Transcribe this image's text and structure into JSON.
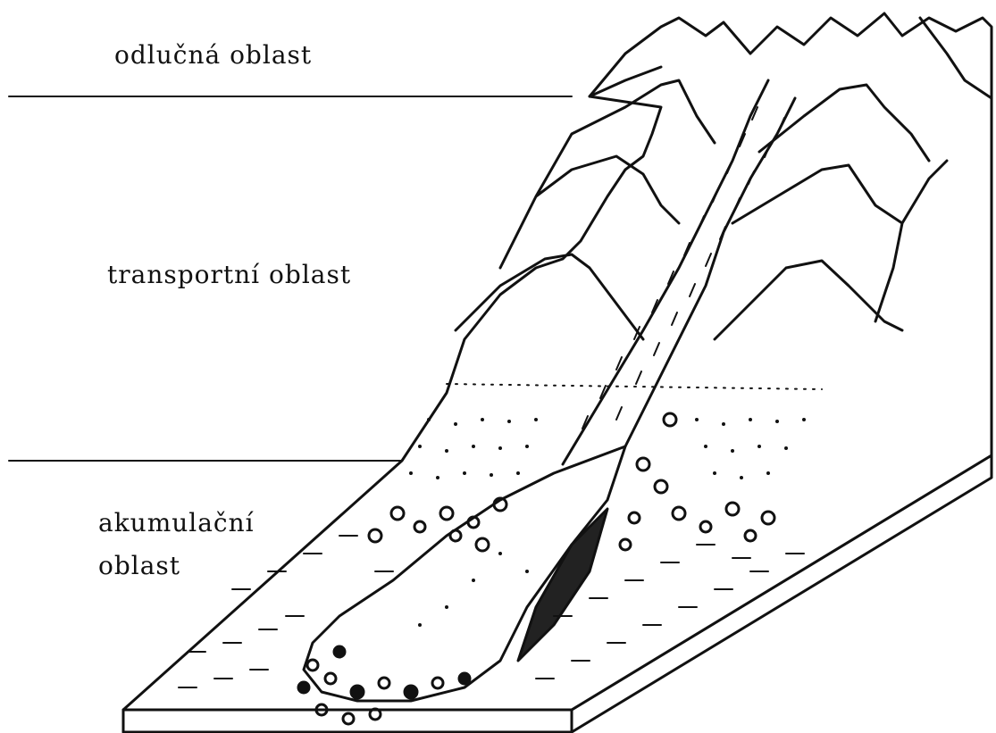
{
  "zones": {
    "detachment": "odlučná oblast",
    "transport": "transportní oblast",
    "accumulation_line1": "akumulační",
    "accumulation_line2": "oblast"
  }
}
